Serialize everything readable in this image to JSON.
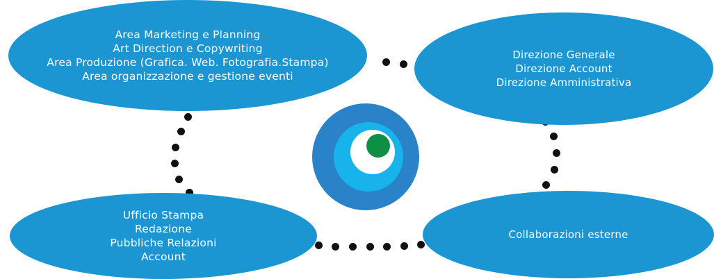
{
  "colors": {
    "node_fill": "#1b96d3",
    "dot": "#111111",
    "logo_outer": "#2a83c8",
    "logo_mid": "#18b3ea",
    "logo_inner": "#ffffff",
    "logo_center": "#0e8f46"
  },
  "nodes": {
    "top_left": {
      "lines": [
        "Area Marketing e Planning",
        "Art Direction e Copywriting",
        "Area Produzione (Grafica. Web. Fotografia.Stampa)",
        "Area organizzazione e gestione eventi"
      ]
    },
    "top_right": {
      "lines": [
        "Direzione Generale",
        "Direzione Account",
        "Direzione Amministrativa"
      ]
    },
    "bottom_left": {
      "lines": [
        "Ufficio Stampa",
        "Redazione",
        "Pubbliche Relazioni",
        "Account"
      ]
    },
    "bottom_right": {
      "lines": [
        "Collaborazioni esterne"
      ]
    }
  },
  "center_logo": {
    "icon": "concentric-eye-icon"
  }
}
